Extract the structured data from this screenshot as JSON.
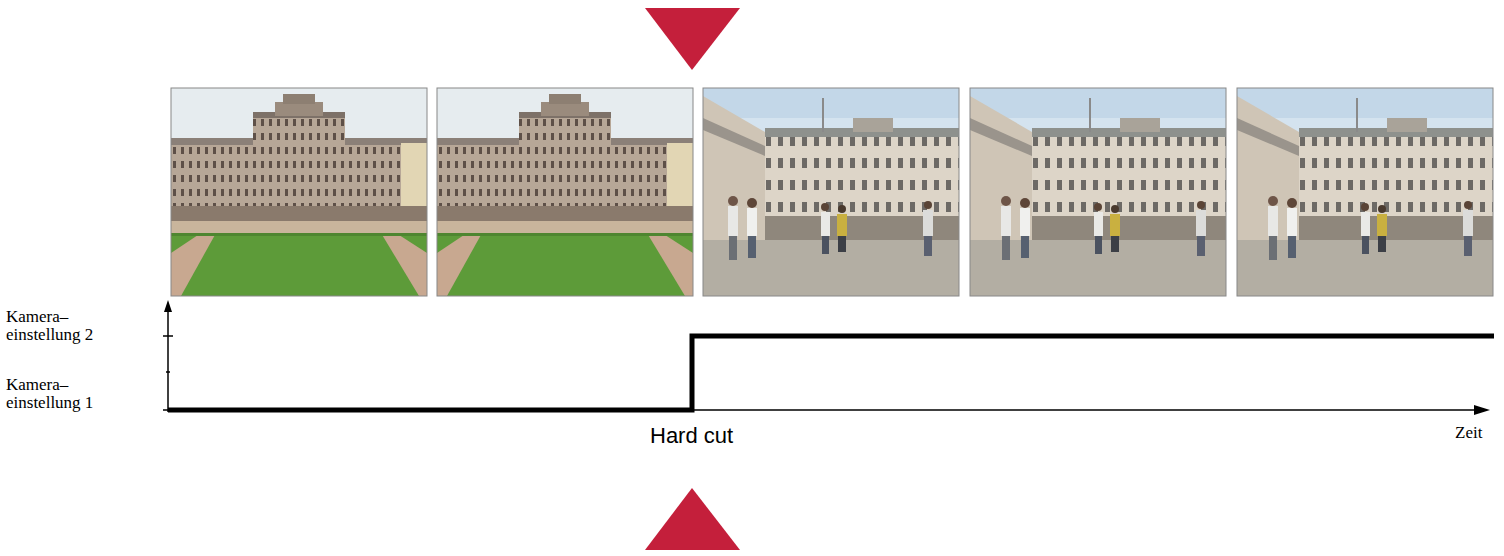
{
  "diagram": {
    "labels": [
      "Kamera– einstellung 2",
      "Kamera– einstellung 1",
      "Zeit",
      "Hard cut"
    ]
  }
}
